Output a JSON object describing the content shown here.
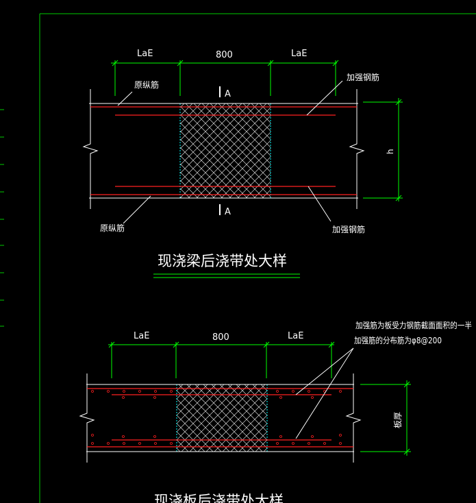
{
  "colors": {
    "background": "#000000",
    "frame": "#00cc00",
    "dimension": "#00ff00",
    "outline": "#ffffff",
    "rebar": "#ff2020",
    "hatch": "#ffffff",
    "hatch_edge": "#00ffff"
  },
  "beam_detail": {
    "dim_left": "LaE",
    "dim_mid": "800",
    "dim_right": "LaE",
    "section_mark_top": "A",
    "section_mark_bottom": "A",
    "label_orig_top": "原纵筋",
    "label_orig_bottom": "原纵筋",
    "label_reinf_top": "加强钢筋",
    "label_reinf_bottom": "加强钢筋",
    "height_label": "h",
    "title": "现浇梁后浇带处大样"
  },
  "slab_detail": {
    "dim_left": "LaE",
    "dim_mid": "800",
    "dim_right": "LaE",
    "note_line1": "加强筋为板受力钢筋截面面积的一半",
    "note_line2": "加强筋的分布筋为φ8@200",
    "thickness_label": "板厚",
    "title": "现浇板后浇带处大样"
  }
}
